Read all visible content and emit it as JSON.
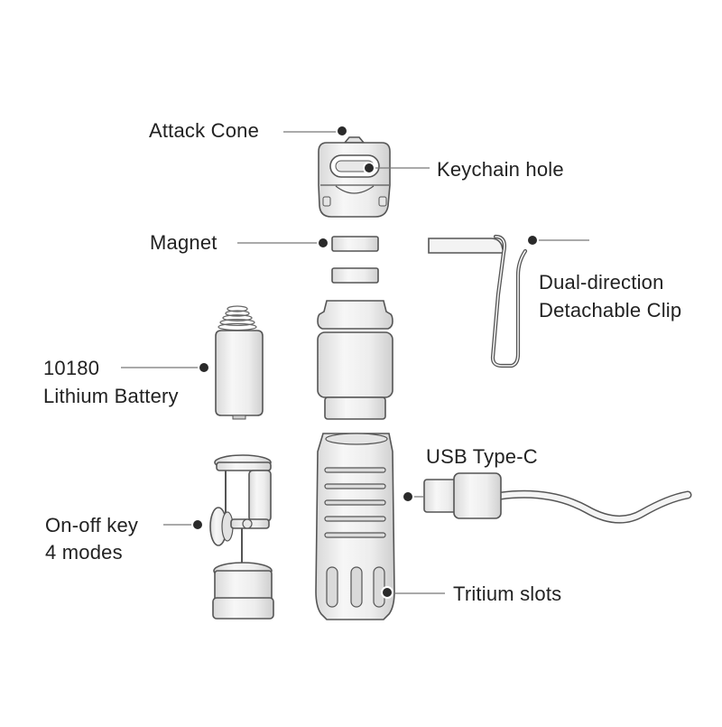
{
  "labels": {
    "attack_cone": "Attack Cone",
    "keychain_hole": "Keychain hole",
    "magnet": "Magnet",
    "clip_line1": "Dual-direction",
    "clip_line2": "Detachable Clip",
    "battery_line1": "10180",
    "battery_line2": "Lithium Battery",
    "usb": "USB Type-C",
    "switch_line1": "On-off key",
    "switch_line2": "4 modes",
    "tritium": "Tritium slots"
  },
  "colors": {
    "text": "#222222",
    "stroke": "#555555",
    "fill": "#f1f1f1",
    "shade": "#dcdcdc",
    "leader": "#777777",
    "dot": "#2a2a2a"
  }
}
